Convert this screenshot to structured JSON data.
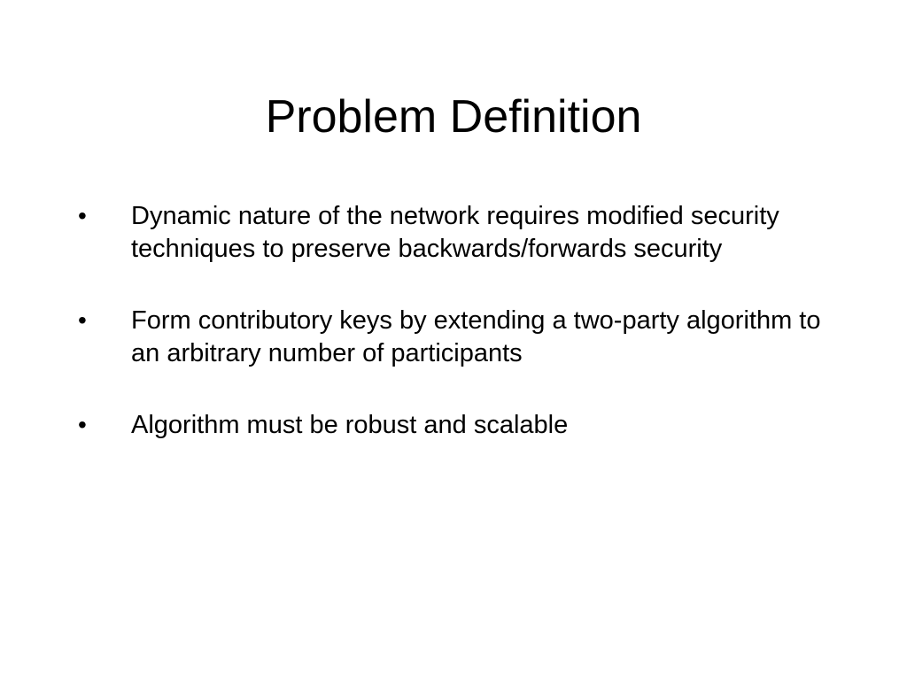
{
  "slide": {
    "title": "Problem Definition",
    "bullet_marker": "•",
    "bullets": [
      {
        "text": "Dynamic nature of the network requires modified security techniques to preserve backwards/forwards security"
      },
      {
        "text": "Form contributory keys by extending a two-party algorithm to an arbitrary number of participants"
      },
      {
        "text": "Algorithm must be robust and scalable"
      }
    ],
    "colors": {
      "background": "#ffffff",
      "text": "#000000"
    }
  }
}
